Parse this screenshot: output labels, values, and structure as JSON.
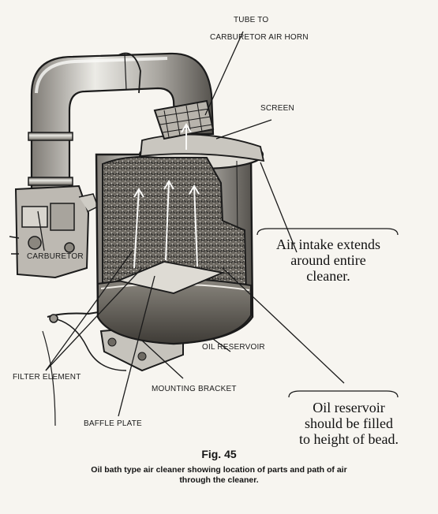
{
  "labels": {
    "tube_line1": "TUBE TO",
    "tube_line2": "CARBURETOR AIR HORN",
    "screen": "SCREEN",
    "carburetor": "CARBURETOR",
    "oil_reservoir": "OIL RESERVOIR",
    "filter_element": "FILTER ELEMENT",
    "mounting_bracket": "MOUNTING BRACKET",
    "baffle_plate": "BAFFLE PLATE"
  },
  "notes": {
    "air_intake": [
      "Air intake extends",
      "around entire",
      "cleaner."
    ],
    "oil_fill": [
      "Oil reservoir",
      "should be filled",
      "to height of bead."
    ]
  },
  "figure": {
    "number": "Fig. 45",
    "caption_line1": "Oil bath type air cleaner showing location of parts and path of air",
    "caption_line2": "through the cleaner."
  }
}
